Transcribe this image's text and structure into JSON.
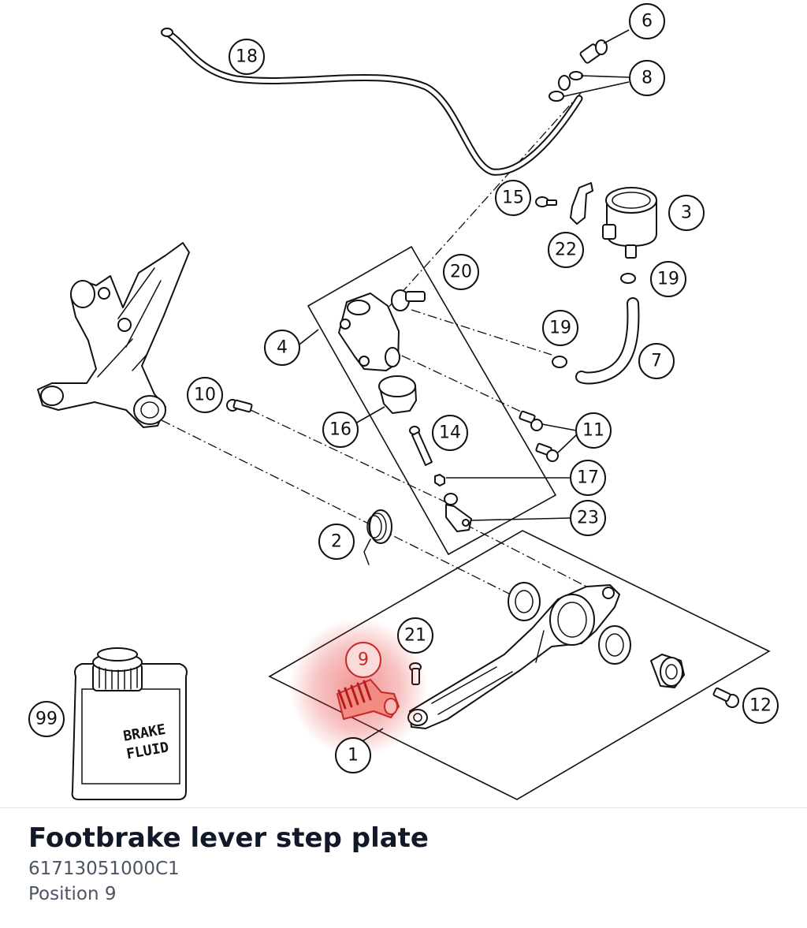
{
  "diagram": {
    "callouts": {
      "c1": "1",
      "c2": "2",
      "c3": "3",
      "c4": "4",
      "c6": "6",
      "c7": "7",
      "c8": "8",
      "c9": "9",
      "c10": "10",
      "c11": "11",
      "c12": "12",
      "c14": "14",
      "c15": "15",
      "c16": "16",
      "c17": "17",
      "c18": "18",
      "c19a": "19",
      "c19b": "19",
      "c20": "20",
      "c21": "21",
      "c22": "22",
      "c23": "23",
      "c99": "99"
    },
    "bottle_label_line1": "BRAKE",
    "bottle_label_line2": "FLUID",
    "highlight_color": "#e53935",
    "highlighted_position": "9"
  },
  "part_info": {
    "title": "Footbrake lever step plate",
    "part_number": "61713051000C1",
    "position_label": "Position 9"
  }
}
